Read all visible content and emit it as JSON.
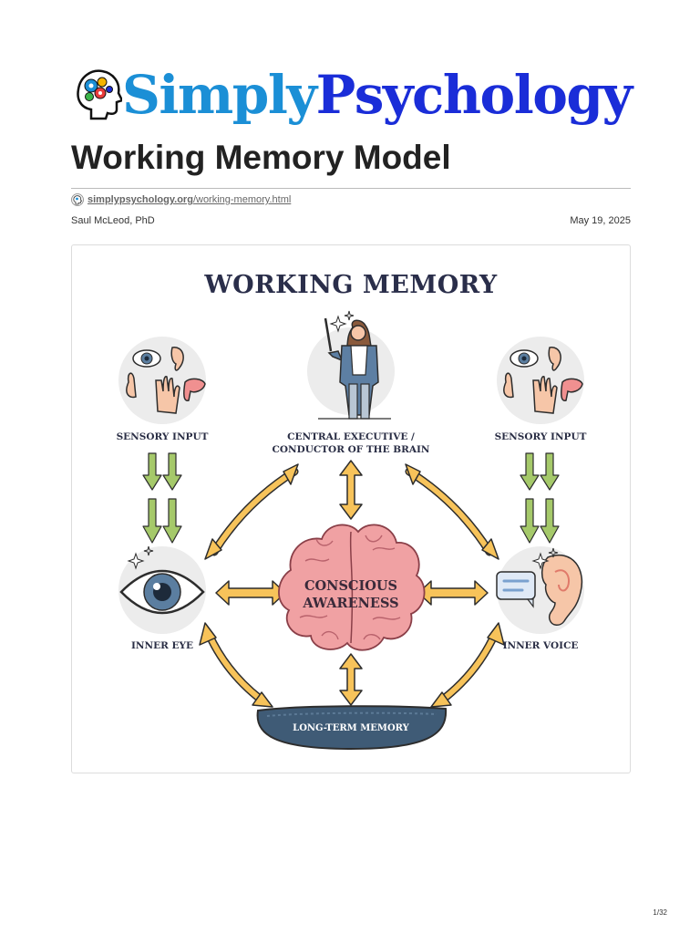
{
  "logo": {
    "word1": "Simply",
    "word2": "Psychology"
  },
  "article": {
    "title": "Working Memory Model",
    "url_domain": "simplypsychology.org",
    "url_path": "/working-memory.html",
    "author": "Saul McLeod, PhD",
    "date": "May 19, 2025"
  },
  "figure": {
    "title": "WORKING MEMORY",
    "sensory_left": "SENSORY INPUT",
    "sensory_right": "SENSORY INPUT",
    "central_line1": "CENTRAL EXECUTIVE /",
    "central_line2": "CONDUCTOR OF THE BRAIN",
    "brain_line1": "CONSCIOUS",
    "brain_line2": "AWARENESS",
    "inner_eye": "INNER EYE",
    "inner_voice": "INNER VOICE",
    "long_term": "LONG-TERM MEMORY",
    "colors": {
      "arrow_yellow": "#f7c35a",
      "arrow_green": "#a5c96a",
      "brain_pink": "#f0a1a3",
      "ltm_blue": "#3f5b76",
      "circle_bg": "#ececec"
    }
  },
  "footer": {
    "page_number": "1/32"
  }
}
